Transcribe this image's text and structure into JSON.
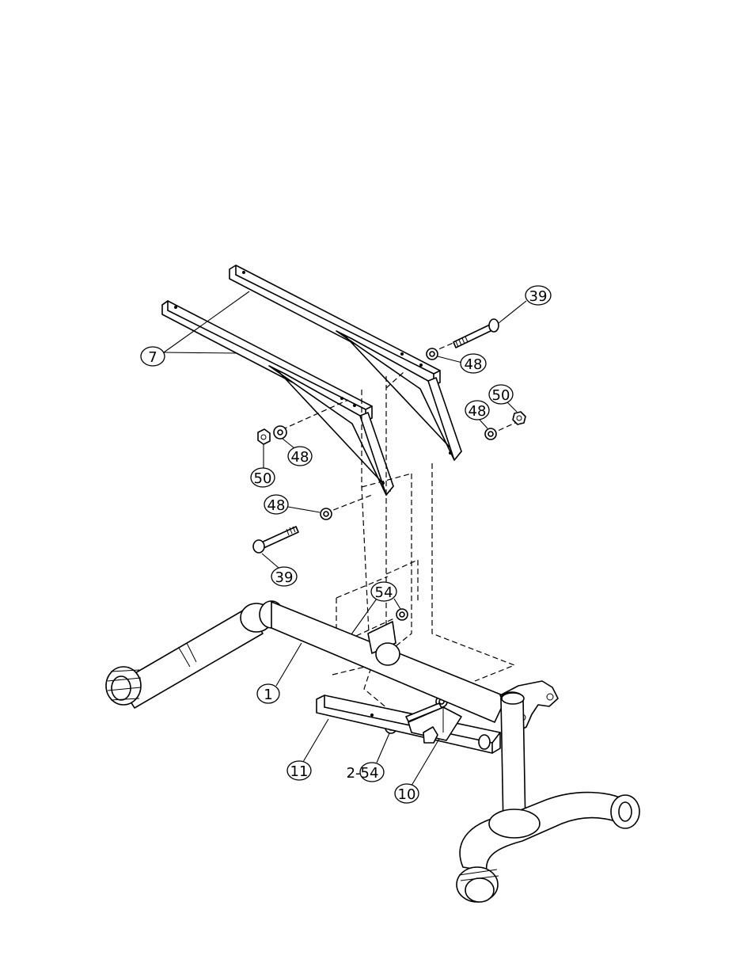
{
  "diagram": {
    "callouts": {
      "c7": "7",
      "c39_top": "39",
      "c48_top": "48",
      "c50_right": "50",
      "c48_right": "48",
      "c48_left": "48",
      "c50_left": "50",
      "c48_mid": "48",
      "c39_bottom": "39",
      "c54": "54",
      "c1": "1",
      "c11": "11",
      "c2_54": "2-54",
      "c10": "10"
    }
  }
}
